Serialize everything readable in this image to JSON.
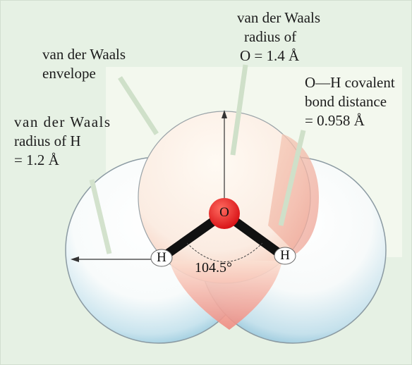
{
  "labels": {
    "vdw_o": [
      "van der Waals",
      "radius of",
      "O = 1.4 Å"
    ],
    "vdw_env": [
      "van der Waals",
      "envelope"
    ],
    "oh_bond": [
      "O—H covalent",
      "bond distance",
      "= 0.958 Å"
    ],
    "vdw_h": [
      "van der Waals",
      "radius of H",
      "= 1.2 Å"
    ]
  },
  "atoms": {
    "oxygen": "O",
    "hydrogen_left": "H",
    "hydrogen_right": "H"
  },
  "angle": "104.5°",
  "colors": {
    "background": "#e6f1e4",
    "oxygen": "#e8171c",
    "bond": "#111111",
    "envelope_pink": "#f3b4a8",
    "envelope_blue": "#8fc7dc"
  }
}
